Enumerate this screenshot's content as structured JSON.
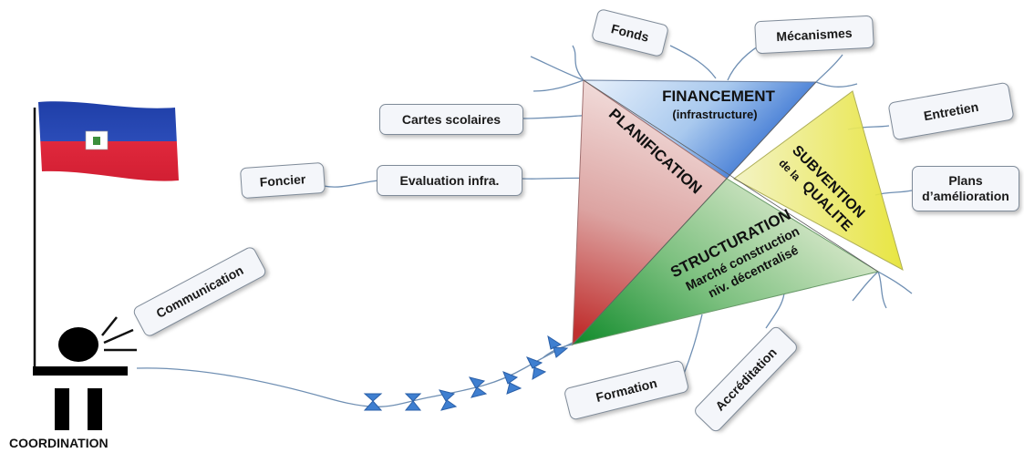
{
  "diagram": {
    "kite": {
      "financement": "FINANCEMENT",
      "financement_sub": "(infrastructure)",
      "planification": "PLANIFICATION",
      "structuration": "STRUCTURATION",
      "structuration_sub1": "Marché construction",
      "structuration_sub2": "niv. décentralisé",
      "subvention_1": "SUBVENTION",
      "subvention_2a": "de la",
      "subvention_2b": "QUALITE"
    },
    "cards": {
      "fonds": "Fonds",
      "mecanismes": "Mécanismes",
      "cartes": "Cartes scolaires",
      "foncier": "Foncier",
      "evaluation": "Evaluation infra.",
      "entretien": "Entretien",
      "plans_1": "Plans",
      "plans_2": "d’amélioration",
      "communication": "Communication",
      "formation": "Formation",
      "accreditation": "Accréditation"
    },
    "coordination": "COORDINATION",
    "colors": {
      "flag_blue": "#1f3fa8",
      "flag_red": "#e0283c",
      "financement_blue": "#3b78d0",
      "planification_red": "#c23a3a",
      "structuration_green": "#1f9a34",
      "subvention_yellow": "#e4e42a",
      "tail_bow": "#3f7fd0"
    },
    "icons": [
      "flag-icon",
      "speaker-figure-icon",
      "podium-icon",
      "tail-bow-icon"
    ]
  }
}
